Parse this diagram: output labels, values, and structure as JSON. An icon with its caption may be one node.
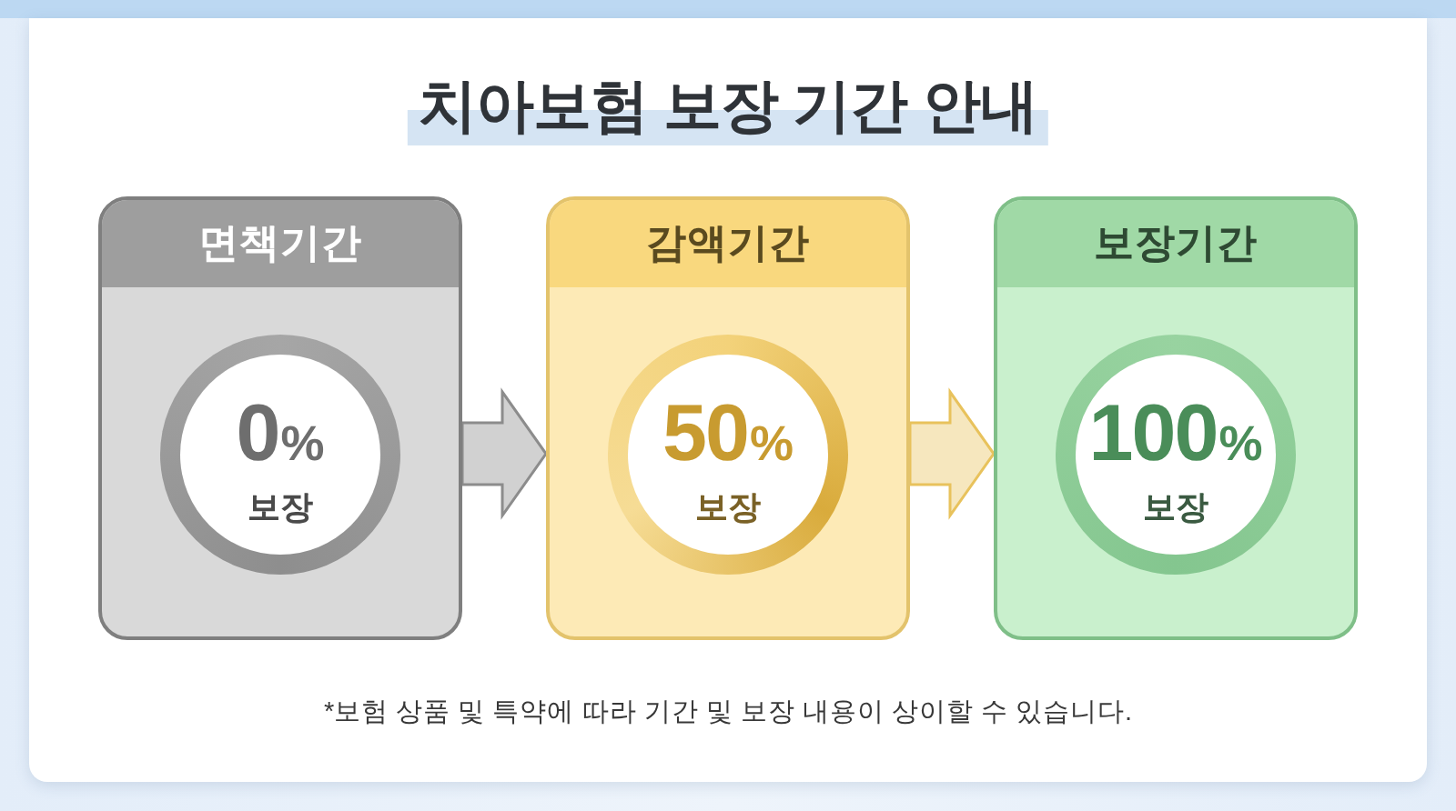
{
  "diagram": {
    "title": "치아보험 보장 기간 안내",
    "nodes": [
      {
        "text": [
          "면책기간"
        ]
      },
      {
        "text": [
          "0%",
          "보장"
        ],
        "in": 0
      },
      {
        "text": [
          "감액기간"
        ]
      },
      {
        "text": [
          "50%",
          "보장"
        ],
        "in": 2
      },
      {
        "text": [
          "보장기간"
        ]
      },
      {
        "text": [
          "100%",
          "보장"
        ],
        "in": 4
      }
    ],
    "edges": [
      {
        "from": 0,
        "to": 2,
        "arrow": "to",
        "color": "#8c8c8c"
      },
      {
        "from": 2,
        "to": 4,
        "arrow": "to",
        "color": "#e8c25c"
      }
    ],
    "labels": [
      "*보험 상품 및 특약에 따라 기간 및 보장 내용이 상이할 수 있습니다."
    ]
  }
}
